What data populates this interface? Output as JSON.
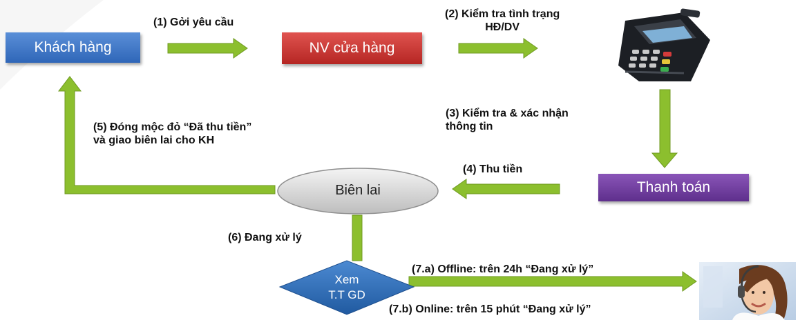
{
  "nodes": {
    "customer": "Khách hàng",
    "store_staff": "NV cửa hàng",
    "payment": "Thanh toán",
    "receipt": "Biên lai",
    "check_line1": "Xem",
    "check_line2": "T.T GD"
  },
  "steps": {
    "s1": "(1) Gởi yêu cầu",
    "s2_line1": "(2) Kiểm tra tình trạng",
    "s2_line2": "HĐ/DV",
    "s3_line1": "(3) Kiểm tra  & xác nhận",
    "s3_line2": "thông tin",
    "s4": "(4) Thu tiền",
    "s5_line1": "(5) Đóng mộc đỏ “Đã thu tiền”",
    "s5_line2": "và giao biên lai cho KH",
    "s6": "(6) Đang xử lý",
    "s7a": "(7.a) Offline:  trên 24h “Đang xử lý”",
    "s7b": "(7.b) Online:  trên 15 phút “Đang xử lý”"
  },
  "colors": {
    "arrow": "#8cbf2e",
    "customer": "#3a74c6",
    "store_staff": "#c7302c",
    "payment": "#6f3d9e",
    "receipt": "#d9d9d9",
    "check": "#2f6fb5"
  },
  "icons": {
    "terminal": "pos-terminal-icon",
    "support": "support-agent-icon"
  }
}
